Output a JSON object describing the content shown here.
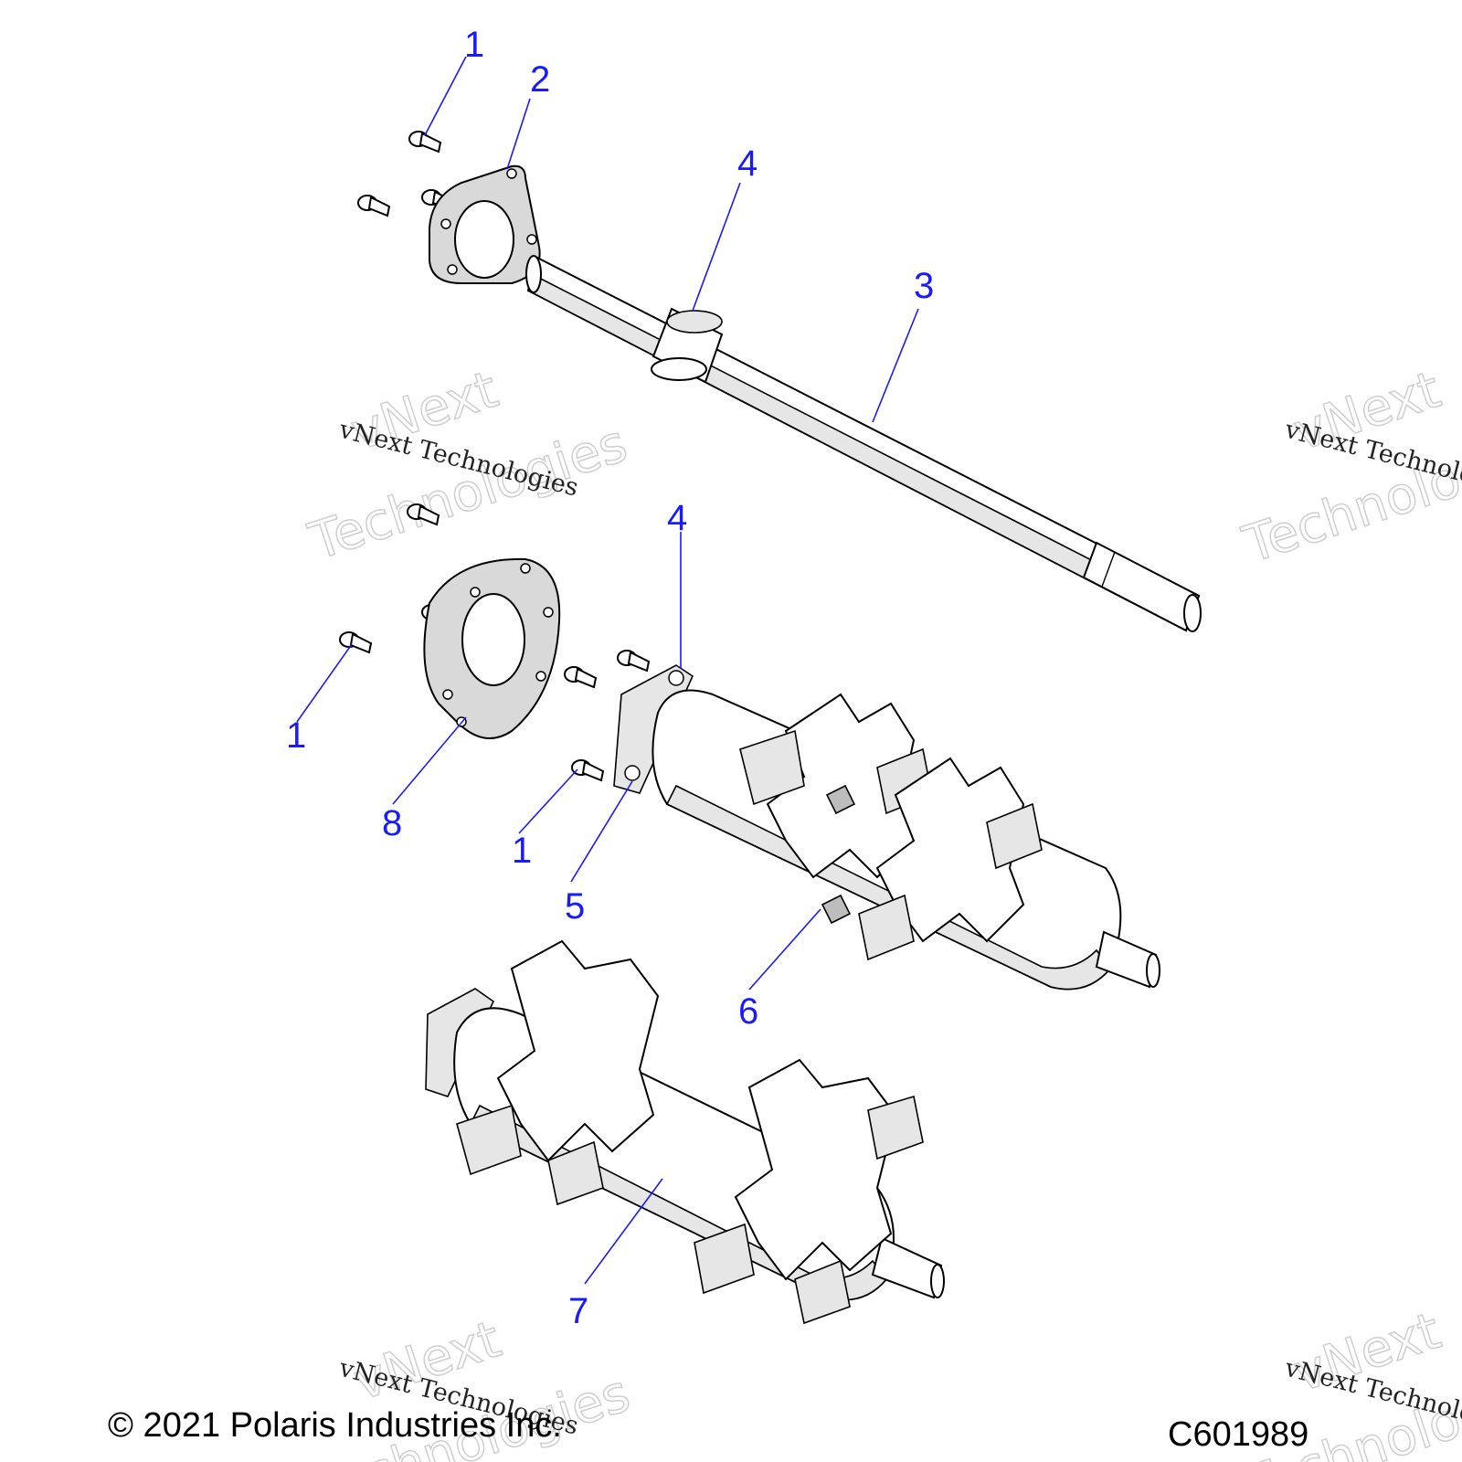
{
  "callouts": {
    "c1a": "1",
    "c1b": "1",
    "c1c": "1",
    "c2": "2",
    "c3": "3",
    "c4a": "4",
    "c4b": "4",
    "c5": "5",
    "c6": "6",
    "c7": "7",
    "c8": "8"
  },
  "watermark": {
    "big_line1": "vNext",
    "big_line2": "Technologies",
    "small": "vNext Technologies"
  },
  "footer": {
    "copyright": "© 2021 Polaris Industries Inc.",
    "drawing_number": "C601989"
  },
  "colors": {
    "callout": "#1a1aff",
    "line": "#000000",
    "watermark": "#cfcfcf"
  }
}
